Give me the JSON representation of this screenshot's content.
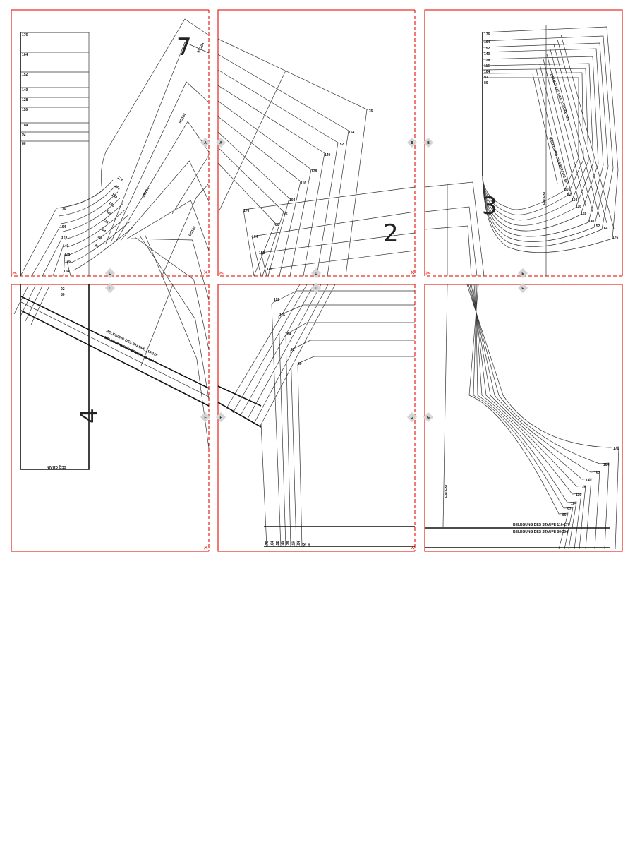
{
  "pieces": {
    "piece_1": "7",
    "piece_2": "2",
    "piece_3": "3",
    "piece_4": "4"
  },
  "size_labels": {
    "strip": [
      "176",
      "164",
      "152",
      "140",
      "128",
      "116",
      "104",
      "92",
      "80"
    ],
    "tile1_curves": [
      "176",
      "164",
      "152",
      "140",
      "128",
      "116",
      "104"
    ],
    "tile1_inner": [
      "176",
      "164",
      "152",
      "140",
      "128",
      "116",
      "104",
      "92",
      "80"
    ],
    "tile1_notes": [
      "92/104",
      "92/104",
      "92/104",
      "92/104"
    ],
    "tile2_upper": [
      "176",
      "164",
      "152",
      "140",
      "128",
      "116",
      "104",
      "92",
      "80"
    ],
    "tile2_lower": [
      "176",
      "164",
      "152",
      "140"
    ],
    "tile3_top": [
      "176",
      "164",
      "152",
      "140",
      "128",
      "116",
      "104",
      "92",
      "80"
    ],
    "tile3_bottom": [
      "80",
      "92",
      "104",
      "116",
      "128",
      "140",
      "152",
      "164",
      "176"
    ],
    "tile4_top": [
      "92",
      "80"
    ],
    "tile5_mid": [
      "128",
      "116",
      "104",
      "92",
      "80"
    ],
    "tile5_bottom": [
      "176",
      "164",
      "152",
      "140",
      "128",
      "116",
      "104",
      "92",
      "80"
    ],
    "tile6_right": [
      "176",
      "164",
      "152",
      "140",
      "128",
      "116",
      "104",
      "92",
      "80"
    ]
  },
  "annotations": {
    "tile3_fold_upper": "BELEGUNG DES STAUFE 116",
    "tile3_fold_lower": "BELEGUNG DES STAUFE 80",
    "tile3_grain": "FADENL",
    "tile4_band_1": "BELEGUNG DES STAUFE 116-176",
    "tile4_band_2": "BELEGUNG DES STAUFE 80-104",
    "tile4_strip": "SEQ GRAIN",
    "tile6_grain": "FADENL",
    "tile6_line_1": "BELEGUNG DES STAUFE 116-176",
    "tile6_line_2": "BELEGUNG DES STAUFE 80-104"
  },
  "markers": {
    "a": "A",
    "b": "B",
    "c": "C",
    "d": "D",
    "e": "E",
    "f": "F",
    "g": "G"
  },
  "colors": {
    "tile_border": "#e8332a",
    "marker": "#d4d4d4",
    "line": "#333333"
  }
}
